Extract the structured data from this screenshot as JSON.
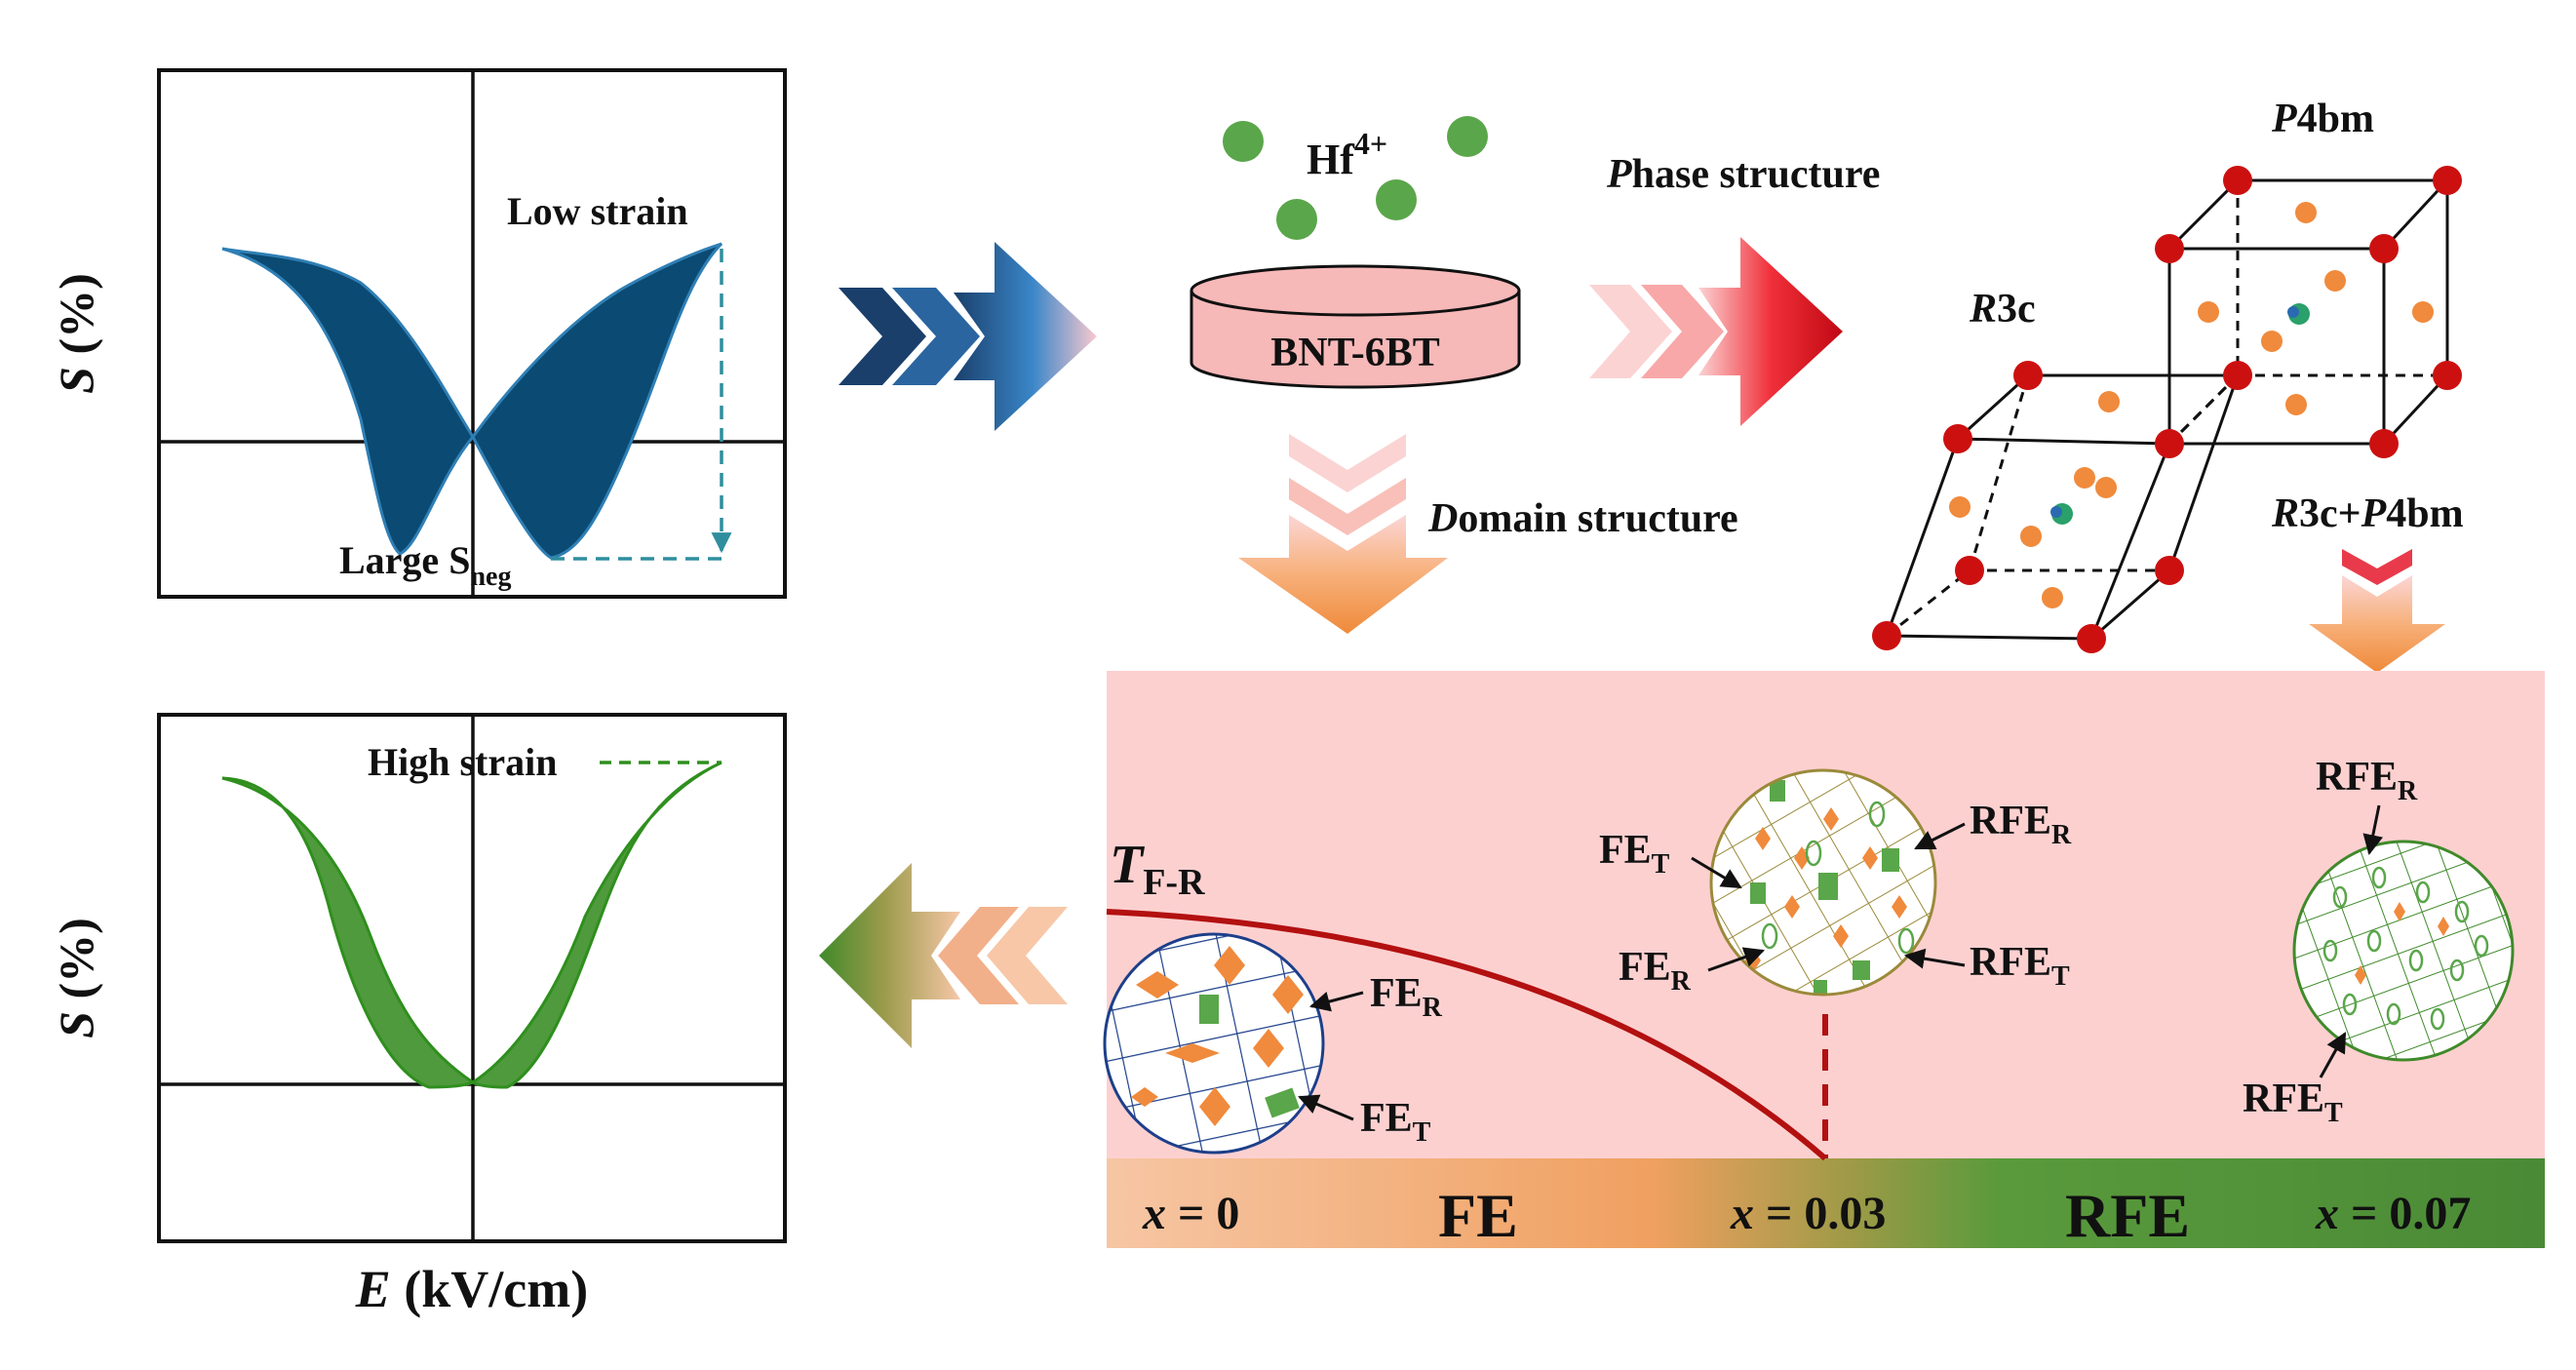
{
  "top_plot": {
    "ylabel_italic": "S",
    "ylabel_unit": "(%)",
    "low_strain": "Low strain",
    "large_sneg": "Large S",
    "large_sneg_sub": "neg",
    "fill_color": "#0b4a72",
    "edge_color": "#2f7fb5",
    "arrow_color": "#2e8e9e"
  },
  "bottom_plot": {
    "ylabel_italic": "S",
    "ylabel_unit": "(%)",
    "high_strain": "High strain",
    "fill_color": "#4f9a3c",
    "edge_color": "#2f8f1e"
  },
  "x_axis_label": {
    "italic": "E",
    "unit": "(kV/cm)"
  },
  "dopant": {
    "symbol": "Hf",
    "charge": "4+",
    "color": "#5aa64a"
  },
  "ceramic": {
    "label": "BNT-6BT",
    "color": "#f7b8b8"
  },
  "phase_structure": {
    "first_italic": "P",
    "rest": "hase structure"
  },
  "domain_structure": {
    "first_italic": "D",
    "rest": "omain structure"
  },
  "crystal": {
    "r3c_label_italic": "R",
    "r3c_label_rest": "3c",
    "p4bm_label_italic": "P",
    "p4bm_label_rest": "4bm",
    "mixed_label": "R3c+P4bm",
    "corner_color": "#cc1010",
    "face_atom_color": "#f08a3c",
    "center_atom_color": "#2aa06a"
  },
  "phase_diagram": {
    "background": "#fdd0d0",
    "tfr_italic": "T",
    "tfr_sub": "F-R",
    "curve_color": "#b31010",
    "domain_labels": {
      "fe_r": "FE",
      "fe_r_sub": "R",
      "fe_t": "FE",
      "fe_t_sub": "T",
      "rfe_r": "RFE",
      "rfe_r_sub": "R",
      "rfe_t": "RFE",
      "rfe_t_sub": "T"
    },
    "bar": {
      "x0": "x = 0",
      "fe": "FE",
      "x003": "x = 0.03",
      "rfe": "RFE",
      "x007": "x = 0.07",
      "x_italic": "x",
      "start_color": "#f6c29e",
      "mid_color": "#f0a060",
      "end_color": "#4f9a3c"
    }
  }
}
